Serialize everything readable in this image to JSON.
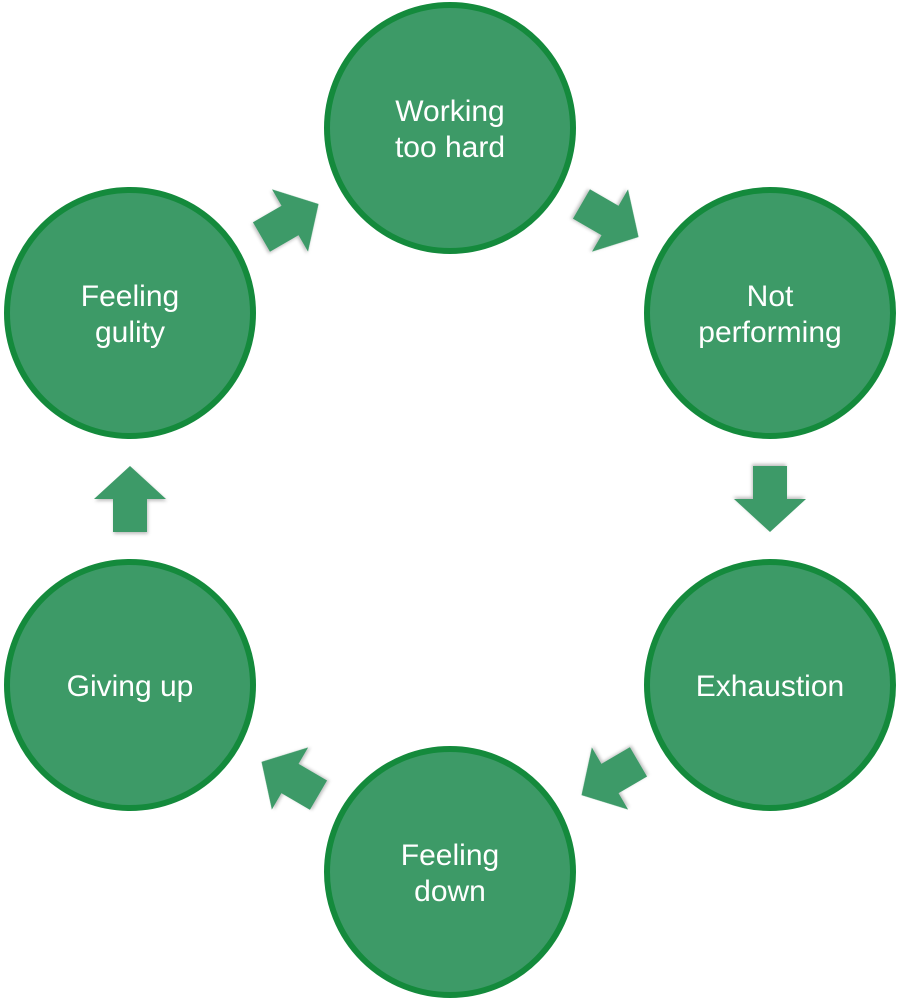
{
  "diagram": {
    "type": "cycle",
    "colors": {
      "fill": "#3d9a67",
      "stroke": "#148a3c",
      "text": "#ffffff"
    },
    "nodes": [
      {
        "id": "working-too-hard",
        "lines": [
          "Working",
          "too hard"
        ]
      },
      {
        "id": "not-performing",
        "lines": [
          "Not",
          "performing"
        ]
      },
      {
        "id": "exhaustion",
        "lines": [
          "Exhaustion"
        ]
      },
      {
        "id": "feeling-down",
        "lines": [
          "Feeling",
          "down"
        ]
      },
      {
        "id": "giving-up",
        "lines": [
          "Giving up"
        ]
      },
      {
        "id": "feeling-guilty",
        "lines": [
          "Feeling",
          "gulity"
        ]
      }
    ],
    "edges": [
      {
        "from": "working-too-hard",
        "to": "not-performing"
      },
      {
        "from": "not-performing",
        "to": "exhaustion"
      },
      {
        "from": "exhaustion",
        "to": "feeling-down"
      },
      {
        "from": "feeling-down",
        "to": "giving-up"
      },
      {
        "from": "giving-up",
        "to": "feeling-guilty"
      },
      {
        "from": "feeling-guilty",
        "to": "working-too-hard"
      }
    ]
  }
}
